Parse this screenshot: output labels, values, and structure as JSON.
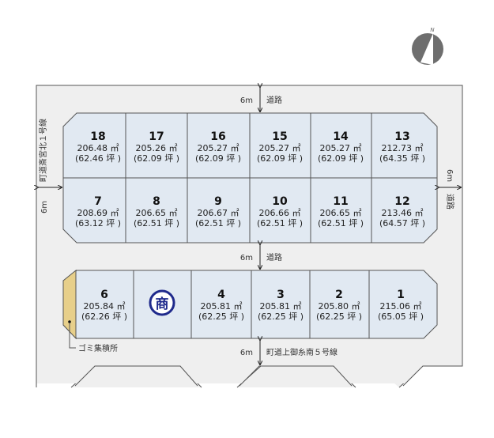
{
  "compass": {
    "label": "N"
  },
  "roads": {
    "top": {
      "width": "6m",
      "name": "道路"
    },
    "middle": {
      "width": "6m",
      "name": "道路"
    },
    "bottom": {
      "width": "6m",
      "name": "町道上御糸南５号線"
    },
    "left": {
      "width": "6m",
      "name": "町道斎宮北１号線"
    },
    "right": {
      "width": "6m",
      "name": "道路"
    }
  },
  "garbage_label": "ゴミ集積所",
  "commercial_mark": "商",
  "lots_top": [
    {
      "num": "18",
      "sqm": "206.48 ㎡",
      "tsubo": "(62.46 坪 )"
    },
    {
      "num": "17",
      "sqm": "205.26 ㎡",
      "tsubo": "(62.09 坪 )"
    },
    {
      "num": "16",
      "sqm": "205.27 ㎡",
      "tsubo": "(62.09 坪 )"
    },
    {
      "num": "15",
      "sqm": "205.27 ㎡",
      "tsubo": "(62.09 坪 )"
    },
    {
      "num": "14",
      "sqm": "205.27 ㎡",
      "tsubo": "(62.09 坪 )"
    },
    {
      "num": "13",
      "sqm": "212.73 ㎡",
      "tsubo": "(64.35 坪 )"
    }
  ],
  "lots_mid": [
    {
      "num": "7",
      "sqm": "208.69 ㎡",
      "tsubo": "(63.12 坪 )"
    },
    {
      "num": "8",
      "sqm": "206.65 ㎡",
      "tsubo": "(62.51 坪 )"
    },
    {
      "num": "9",
      "sqm": "206.67 ㎡",
      "tsubo": "(62.51 坪 )"
    },
    {
      "num": "10",
      "sqm": "206.66 ㎡",
      "tsubo": "(62.51 坪 )"
    },
    {
      "num": "11",
      "sqm": "206.65 ㎡",
      "tsubo": "(62.51 坪 )"
    },
    {
      "num": "12",
      "sqm": "213.46 ㎡",
      "tsubo": "(64.57 坪 )"
    }
  ],
  "lots_bottom": [
    {
      "num": "6",
      "sqm": "205.84 ㎡",
      "tsubo": "(62.26 坪 )"
    },
    {
      "num": "4",
      "sqm": "205.81 ㎡",
      "tsubo": "(62.25 坪 )"
    },
    {
      "num": "3",
      "sqm": "205.81 ㎡",
      "tsubo": "(62.25 坪 )"
    },
    {
      "num": "2",
      "sqm": "205.80 ㎡",
      "tsubo": "(62.25 坪 )"
    },
    {
      "num": "1",
      "sqm": "215.06 ㎡",
      "tsubo": "(65.05 坪 )"
    }
  ]
}
